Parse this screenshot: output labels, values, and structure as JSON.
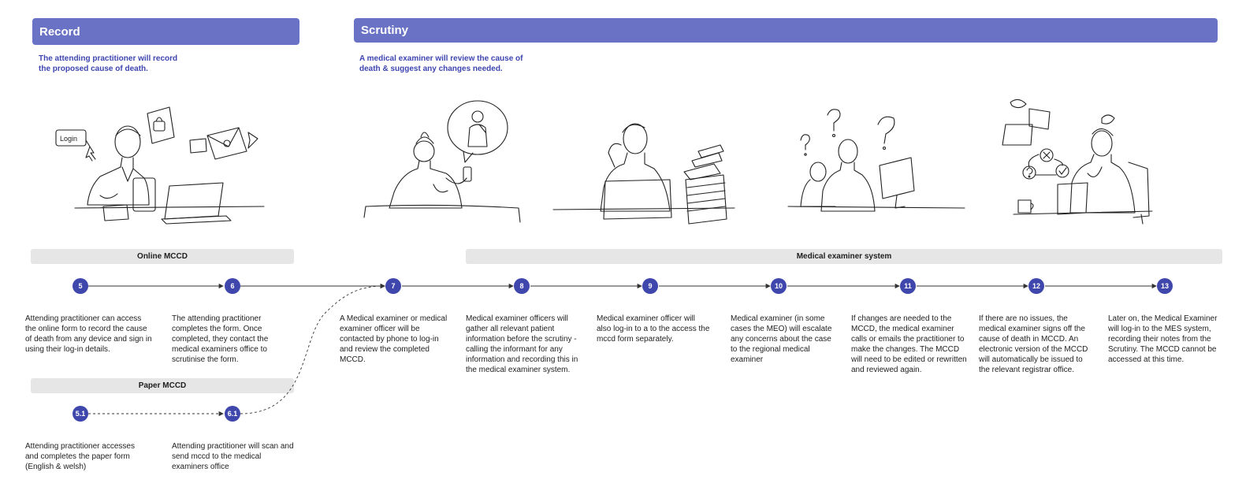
{
  "stages": {
    "record": {
      "title": "Record",
      "description": "The attending practitioner will record the proposed cause of death."
    },
    "scrutiny": {
      "title": "Scrutiny",
      "description": "A medical examiner will review the cause of death & suggest any changes needed."
    }
  },
  "illustrations": {
    "login_label": "Login"
  },
  "lanes": {
    "online": "Online MCCD",
    "paper": "Paper MCCD",
    "mes": "Medical examiner system"
  },
  "steps": [
    {
      "id": "5",
      "text": "Attending practitioner can access the online form to record the cause of death from any device and sign in using their log-in details."
    },
    {
      "id": "6",
      "text": "The attending practitioner completes the form. Once completed, they contact the medical examiners office to scrutinise the form."
    },
    {
      "id": "7",
      "text": "A Medical examiner or medical examiner officer will be contacted by phone to log-in and review the completed MCCD."
    },
    {
      "id": "8",
      "text": "Medical examiner officers will gather all relevant patient information before the scrutiny - calling the informant for any information and recording this in the medical examiner system."
    },
    {
      "id": "9",
      "text": "Medical examiner officer will also log-in to a to the access the mccd form separately."
    },
    {
      "id": "10",
      "text": "Medical examiner (in some cases the MEO) will escalate any concerns about the case to the regional medical examiner"
    },
    {
      "id": "11",
      "text": "If changes are needed to the MCCD, the medical examiner calls or emails the practitioner to make the changes. The MCCD will need to be edited or rewritten and reviewed again."
    },
    {
      "id": "12",
      "text": "If there are no issues, the medical examiner signs off the cause of death in MCCD. An electronic version of the MCCD will automatically be issued to the relevant registrar office."
    },
    {
      "id": "13",
      "text": "Later on, the Medical Examiner will log-in to the MES system, recording their notes from the Scrutiny. The MCCD cannot be accessed at this time."
    }
  ],
  "paper_steps": [
    {
      "id": "5.1",
      "text": "Attending practitioner accesses and completes the paper form (English & welsh)"
    },
    {
      "id": "6.1",
      "text": "Attending practitioner will scan and send mccd to the medical examiners office"
    }
  ],
  "colors": {
    "header": "#6a72c6",
    "node": "#3f47ad",
    "desc_text": "#3d45b0",
    "lane_bg": "#e6e6e6"
  }
}
